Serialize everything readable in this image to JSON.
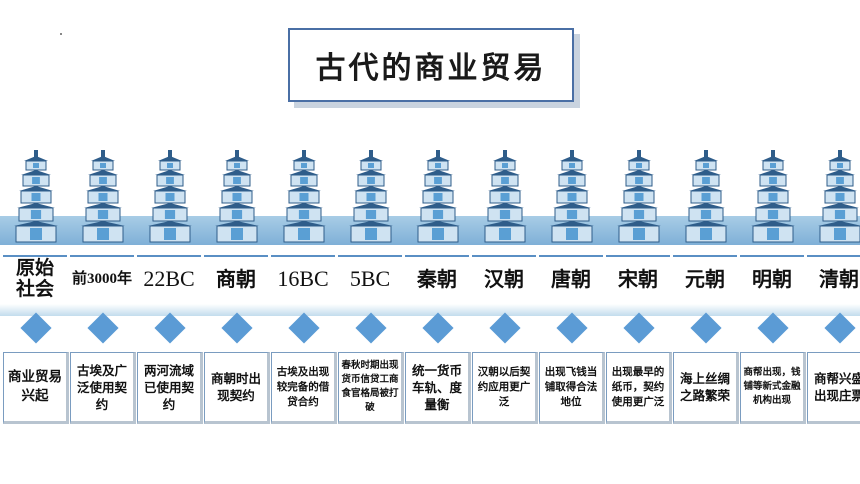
{
  "title": "古代的商业贸易",
  "periods": [
    {
      "label": "原始社会",
      "desc": "商业贸易兴起"
    },
    {
      "label": "前3000年",
      "desc": "古埃及广泛使用契约"
    },
    {
      "label": "22BC",
      "desc": "两河流域已使用契约"
    },
    {
      "label": "商朝",
      "desc": "商朝时出现契约"
    },
    {
      "label": "16BC",
      "desc": "古埃及出现较完备的借贷合约"
    },
    {
      "label": "5BC",
      "desc": "春秋时期出现货币信贷工商食官格局被打破"
    },
    {
      "label": "秦朝",
      "desc": "统一货币车轨、度量衡"
    },
    {
      "label": "汉朝",
      "desc": "汉朝以后契约应用更广泛"
    },
    {
      "label": "唐朝",
      "desc": "出现飞钱当铺取得合法地位"
    },
    {
      "label": "宋朝",
      "desc": "出现最早的纸币，契约使用更广泛"
    },
    {
      "label": "元朝",
      "desc": "海上丝绸之路繁荣"
    },
    {
      "label": "明朝",
      "desc": "商帮出现，钱铺等新式金融机构出现"
    },
    {
      "label": "清朝",
      "desc": "商帮兴盛出现庄票"
    }
  ],
  "colors": {
    "band": "#7fb0d7",
    "diamond": "#5b9bd5",
    "tower_blue": "#5a9fd4",
    "tower_light": "#cfe3f2"
  }
}
